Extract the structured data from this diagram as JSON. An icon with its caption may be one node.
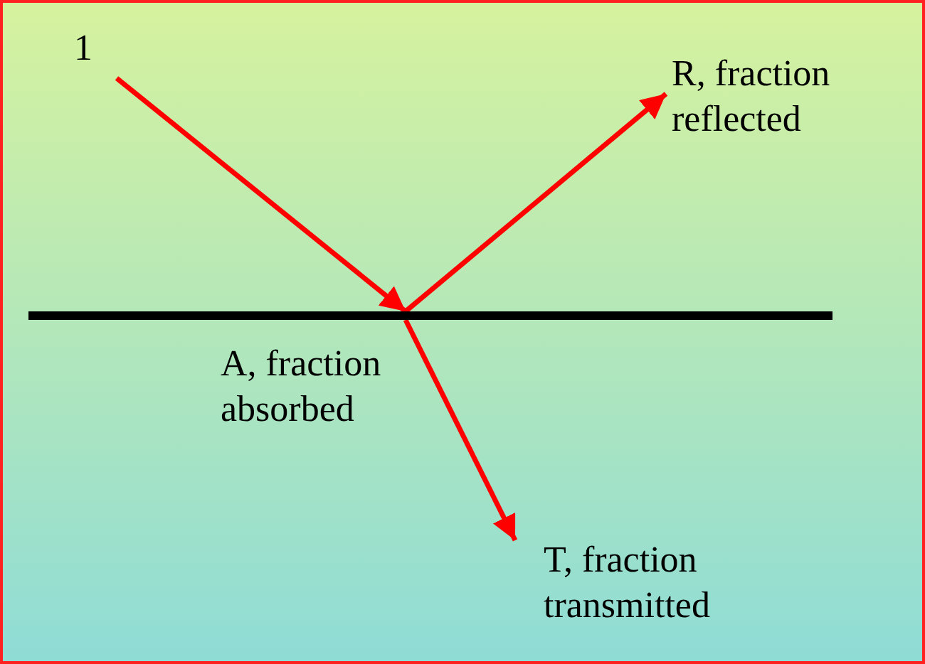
{
  "diagram": {
    "nodes": [
      {
        "text": [
          "1"
        ]
      },
      {
        "text": [],
        "shape": "bar"
      },
      {
        "text": [
          "R, fraction reflected"
        ]
      },
      {
        "text": [
          "T, fraction transmitted"
        ]
      }
    ],
    "edges": [
      {
        "from": 0,
        "to": 1,
        "arrow": "to"
      },
      {
        "from": 1,
        "to": 2,
        "arrow": "to"
      },
      {
        "from": 1,
        "to": 3,
        "arrow": "to"
      }
    ],
    "labels": [
      "A, fraction absorbed"
    ]
  }
}
